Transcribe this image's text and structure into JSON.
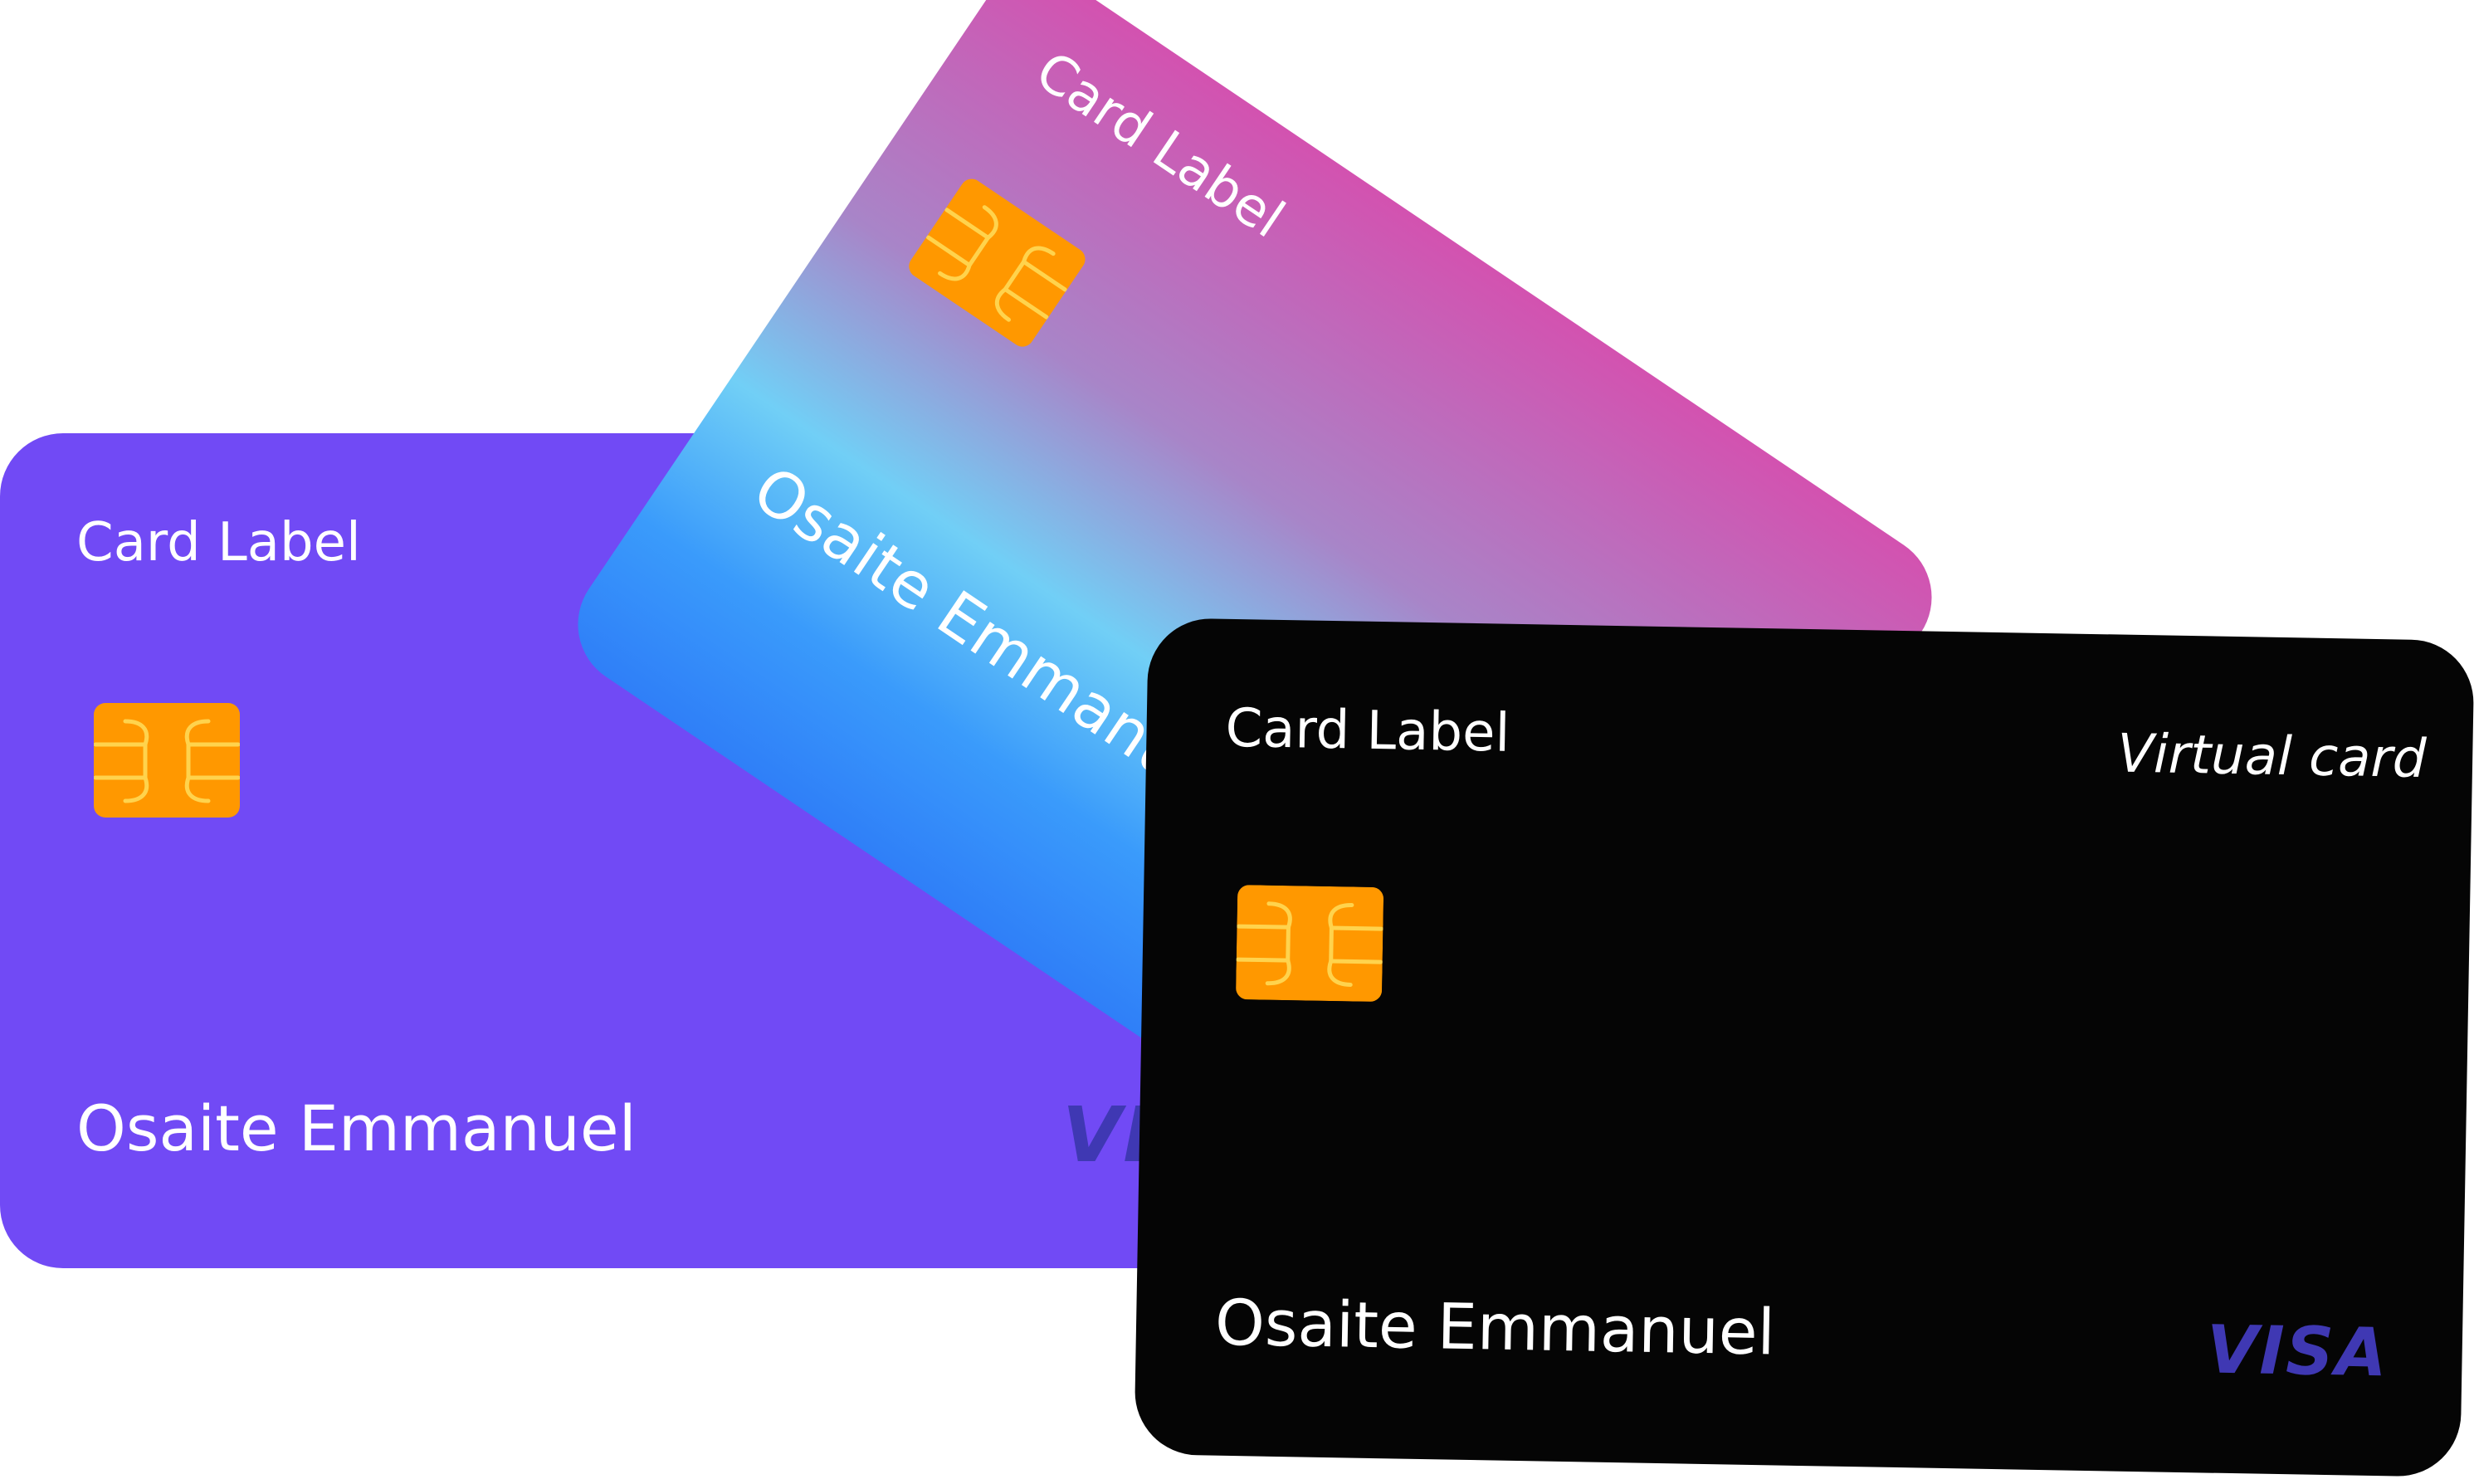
{
  "cards": [
    {
      "label": "Card Label",
      "holder": "Osaite Emmanuel",
      "brand": "VISA",
      "color": "#714af5"
    },
    {
      "label": "Card Label",
      "holder": "Osaite Emmanuel",
      "gradient": [
        "#d352b0",
        "#71cff6",
        "#2f7ff8"
      ]
    },
    {
      "label": "Card Label",
      "type": "Virtual card",
      "holder": "Osaite Emmanuel",
      "brand": "VISA",
      "color": "#050505"
    }
  ],
  "icons": {
    "chip": "chip-icon",
    "brand": "visa-logo"
  },
  "colors": {
    "chip": "#ff9800",
    "chip_lines": "#ffd34d",
    "visa": "#3f38b3"
  }
}
